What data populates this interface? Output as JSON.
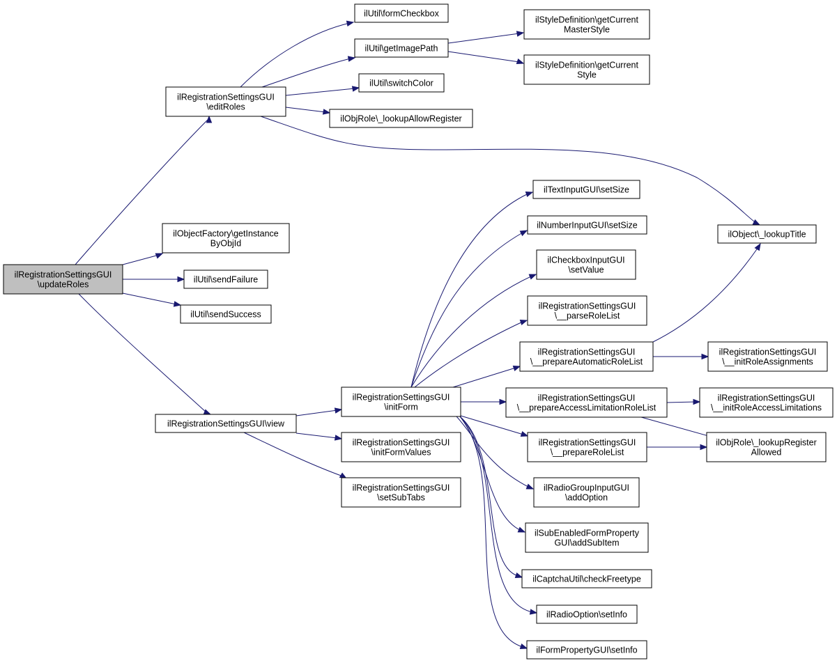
{
  "colors": {
    "node_fill": "#ffffff",
    "root_fill": "#bfbfbf",
    "edge": "#191970",
    "border": "#000000"
  },
  "nodes": {
    "updateRoles": [
      "ilRegistrationSettingsGUI",
      "\\updateRoles"
    ],
    "editRoles": [
      "ilRegistrationSettingsGUI",
      "\\editRoles"
    ],
    "getInstanceByObjId": [
      "ilObjectFactory\\getInstance",
      "ByObjId"
    ],
    "sendFailure": [
      "ilUtil\\sendFailure"
    ],
    "sendSuccess": [
      "ilUtil\\sendSuccess"
    ],
    "view": [
      "ilRegistrationSettingsGUI\\view"
    ],
    "formCheckbox": [
      "ilUtil\\formCheckbox"
    ],
    "getImagePath": [
      "ilUtil\\getImagePath"
    ],
    "switchColor": [
      "ilUtil\\switchColor"
    ],
    "lookupAllowRegister": [
      "ilObjRole\\_lookupAllowRegister"
    ],
    "getCurrentMasterStyle": [
      "ilStyleDefinition\\getCurrent",
      "MasterStyle"
    ],
    "getCurrentStyle": [
      "ilStyleDefinition\\getCurrent",
      "Style"
    ],
    "lookupTitle": [
      "ilObject\\_lookupTitle"
    ],
    "initForm": [
      "ilRegistrationSettingsGUI",
      "\\initForm"
    ],
    "initFormValues": [
      "ilRegistrationSettingsGUI",
      "\\initFormValues"
    ],
    "setSubTabs": [
      "ilRegistrationSettingsGUI",
      "\\setSubTabs"
    ],
    "textSetSize": [
      "ilTextInputGUI\\setSize"
    ],
    "numberSetSize": [
      "ilNumberInputGUI\\setSize"
    ],
    "checkboxSetValue": [
      "ilCheckboxInputGUI",
      "\\setValue"
    ],
    "parseRoleList": [
      "ilRegistrationSettingsGUI",
      "\\__parseRoleList"
    ],
    "prepareAutomaticRoleList": [
      "ilRegistrationSettingsGUI",
      "\\__prepareAutomaticRoleList"
    ],
    "prepareAccessLimitationRoleList": [
      "ilRegistrationSettingsGUI",
      "\\__prepareAccessLimitationRoleList"
    ],
    "prepareRoleList": [
      "ilRegistrationSettingsGUI",
      "\\__prepareRoleList"
    ],
    "radioAddOption": [
      "ilRadioGroupInputGUI",
      "\\addOption"
    ],
    "addSubItem": [
      "ilSubEnabledFormProperty",
      "GUI\\addSubItem"
    ],
    "checkFreetype": [
      "ilCaptchaUtil\\checkFreetype"
    ],
    "radioSetInfo": [
      "ilRadioOption\\setInfo"
    ],
    "formSetInfo": [
      "ilFormPropertyGUI\\setInfo"
    ],
    "initRoleAssignments": [
      "ilRegistrationSettingsGUI",
      "\\__initRoleAssignments"
    ],
    "initRoleAccessLimitations": [
      "ilRegistrationSettingsGUI",
      "\\__initRoleAccessLimitations"
    ],
    "lookupRegisterAllowed": [
      "ilObjRole\\_lookupRegister",
      "Allowed"
    ]
  }
}
